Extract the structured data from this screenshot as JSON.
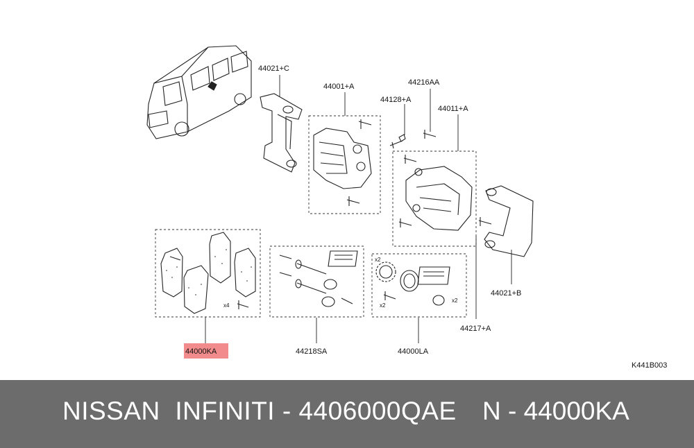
{
  "diagram": {
    "labels": {
      "bracket_c": "44021+C",
      "caliper_a": "44001+A",
      "bolt_a": "44128+A",
      "bolt_aa": "44216AA",
      "caliper_b": "44011+A",
      "bracket_b": "44021+B",
      "pad_kit": "44000KA",
      "pin_kit": "44218SA",
      "seal_kit": "44000LA",
      "bleeder": "44217+A",
      "drawing_code": "K441B003",
      "qty_x4": "x4",
      "qty_x2_a": "x2",
      "qty_x2_b": "x2",
      "qty_x2_c": "x2"
    },
    "highlight_color": "#f28b8b"
  },
  "footer": {
    "brand": "NISSAN  INFINITI - 4406000QAE",
    "part": "N - 44000KA",
    "background": "#6c6c6c"
  }
}
